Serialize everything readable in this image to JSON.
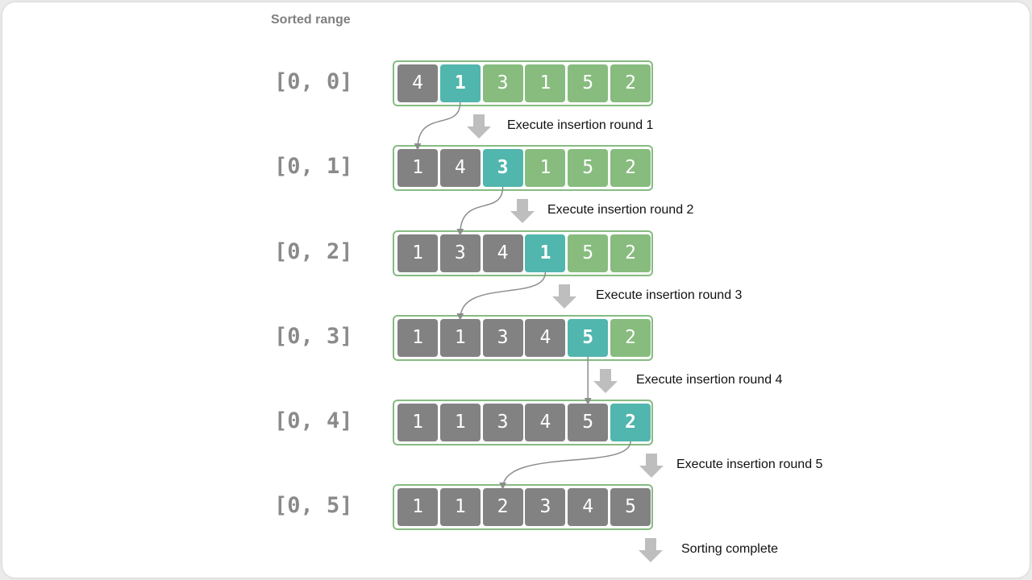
{
  "header": "Sorted range",
  "colors": {
    "sorted": "#828282",
    "current": "#51b6ad",
    "unsorted": "#87bc7e",
    "border": "#86bb82",
    "arrow": "#bebebe",
    "connector": "#8c8c8c"
  },
  "rows": [
    {
      "range": "[0, 0]",
      "values": [
        "4",
        "1",
        "3",
        "1",
        "5",
        "2"
      ],
      "states": [
        "sorted",
        "current",
        "unsorted",
        "unsorted",
        "unsorted",
        "unsorted"
      ]
    },
    {
      "range": "[0, 1]",
      "values": [
        "1",
        "4",
        "3",
        "1",
        "5",
        "2"
      ],
      "states": [
        "sorted",
        "sorted",
        "current",
        "unsorted",
        "unsorted",
        "unsorted"
      ]
    },
    {
      "range": "[0, 2]",
      "values": [
        "1",
        "3",
        "4",
        "1",
        "5",
        "2"
      ],
      "states": [
        "sorted",
        "sorted",
        "sorted",
        "current",
        "unsorted",
        "unsorted"
      ]
    },
    {
      "range": "[0, 3]",
      "values": [
        "1",
        "1",
        "3",
        "4",
        "5",
        "2"
      ],
      "states": [
        "sorted",
        "sorted",
        "sorted",
        "sorted",
        "current",
        "unsorted"
      ]
    },
    {
      "range": "[0, 4]",
      "values": [
        "1",
        "1",
        "3",
        "4",
        "5",
        "2"
      ],
      "states": [
        "sorted",
        "sorted",
        "sorted",
        "sorted",
        "sorted",
        "current"
      ]
    },
    {
      "range": "[0, 5]",
      "values": [
        "1",
        "1",
        "2",
        "3",
        "4",
        "5"
      ],
      "states": [
        "sorted",
        "sorted",
        "sorted",
        "sorted",
        "sorted",
        "sorted"
      ]
    }
  ],
  "steps": [
    "Execute insertion round 1",
    "Execute insertion round 2",
    "Execute insertion round 3",
    "Execute insertion round 4",
    "Execute insertion round 5",
    "Sorting complete"
  ],
  "insertions": [
    {
      "from_row": 0,
      "from_col": 1,
      "to_col": 0
    },
    {
      "from_row": 1,
      "from_col": 2,
      "to_col": 1
    },
    {
      "from_row": 2,
      "from_col": 3,
      "to_col": 1
    },
    {
      "from_row": 3,
      "from_col": 4,
      "to_col": 4
    },
    {
      "from_row": 4,
      "from_col": 5,
      "to_col": 2
    }
  ]
}
